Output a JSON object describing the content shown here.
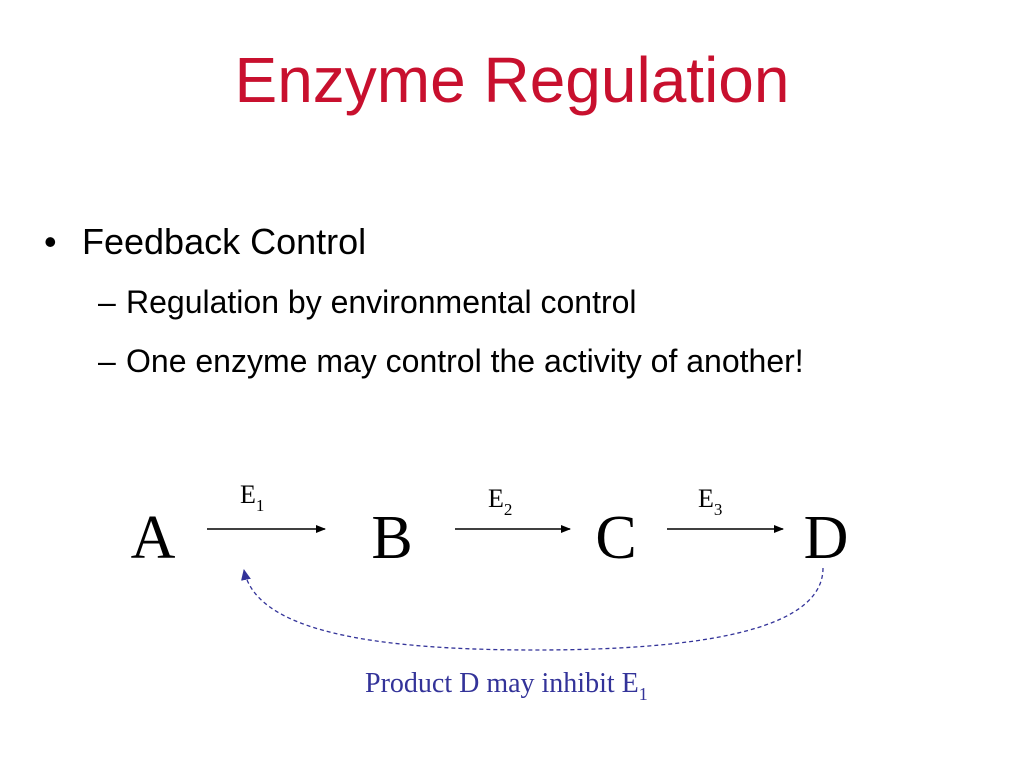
{
  "slide": {
    "title": "Enzyme Regulation",
    "title_color": "#C8102E"
  },
  "bullets": {
    "main": {
      "marker": "•",
      "text": "Feedback Control"
    },
    "subs": [
      {
        "marker": "–",
        "text": "Regulation by environmental control"
      },
      {
        "marker": "–",
        "text": "One enzyme may control the activity of another!"
      }
    ]
  },
  "pathway": {
    "substances": [
      "A",
      "B",
      "C",
      "D"
    ],
    "enzymes": [
      {
        "base": "E",
        "sub": "1"
      },
      {
        "base": "E",
        "sub": "2"
      },
      {
        "base": "E",
        "sub": "3"
      }
    ],
    "feedback": {
      "caption_text": "Product D may inhibit E",
      "caption_sub": "1",
      "color": "#333399"
    }
  }
}
